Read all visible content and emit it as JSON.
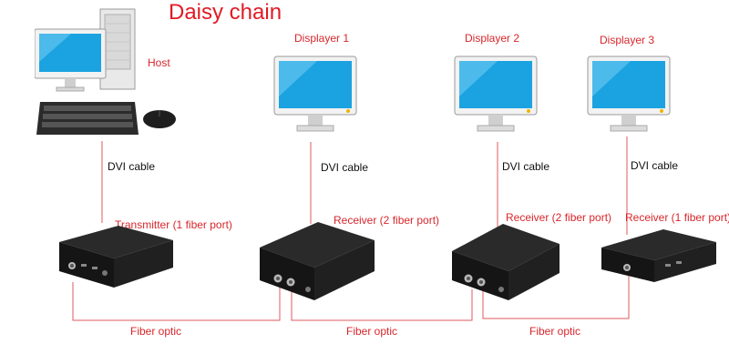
{
  "title": "Daisy chain",
  "nodes": {
    "host": "Host",
    "displayer1": "Displayer 1",
    "displayer2": "Displayer 2",
    "displayer3": "Displayer 3"
  },
  "cables": {
    "dvi1": "DVI cable",
    "dvi2": "DVI cable",
    "dvi3": "DVI cable",
    "dvi4": "DVI cable"
  },
  "devices": {
    "transmitter": "Transmitter (1 fiber port)",
    "receiver1": "Receiver (2 fiber port)",
    "receiver2": "Receiver (2 fiber port)",
    "receiver3": "Receiver (1 fiber port)"
  },
  "fiber": {
    "f1": "Fiber optic",
    "f2": "Fiber optic",
    "f3": "Fiber optic"
  },
  "colors": {
    "title": "#e01b24",
    "label_red": "#d8262b",
    "wire": "#e05a5f",
    "screen": "#1aa3e0",
    "device": "#1b1b1b"
  }
}
